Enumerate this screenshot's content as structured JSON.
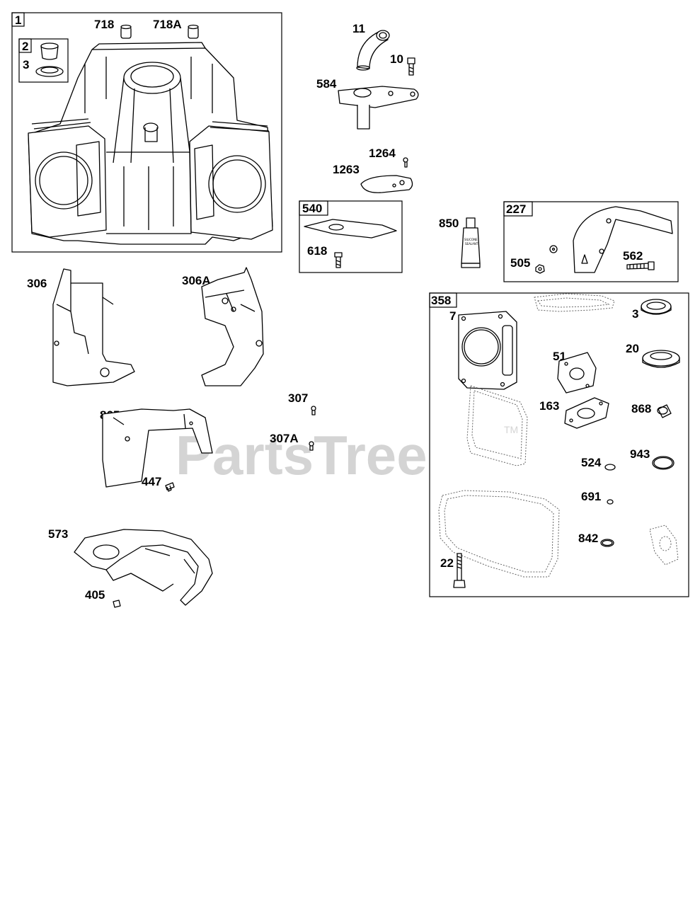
{
  "watermark": {
    "text": "PartsTree",
    "trademark": "TM"
  },
  "boxes": {
    "box_1": "1",
    "box_2": "2",
    "box_540": "540",
    "box_227": "227",
    "box_358": "358"
  },
  "callouts": {
    "c_718": "718",
    "c_718a": "718A",
    "c_3_top": "3",
    "c_11": "11",
    "c_10": "10",
    "c_584": "584",
    "c_1264": "1264",
    "c_1263": "1263",
    "c_618": "618",
    "c_850": "850",
    "c_505": "505",
    "c_562": "562",
    "c_306": "306",
    "c_306a": "306A",
    "c_307": "307",
    "c_307a": "307A",
    "c_865": "865",
    "c_447": "447",
    "c_573": "573",
    "c_405": "405",
    "c_7": "7",
    "c_3_kit": "3",
    "c_51": "51",
    "c_20": "20",
    "c_163": "163",
    "c_868": "868",
    "c_524": "524",
    "c_943": "943",
    "c_691": "691",
    "c_842": "842",
    "c_22": "22"
  },
  "sealant_tube_text": [
    "SILICONE",
    "SEALANT"
  ]
}
